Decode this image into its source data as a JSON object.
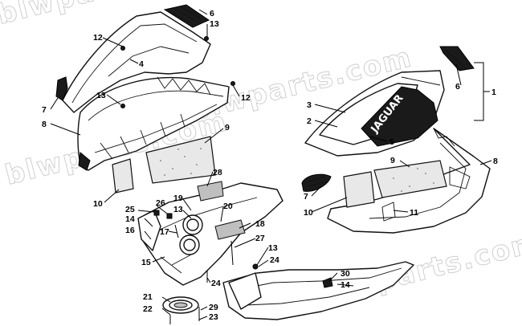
{
  "watermark": "blwparts.com",
  "brand_logo": "JAGUAR",
  "callouts": [
    "1",
    "2",
    "3",
    "4",
    "5",
    "6",
    "7",
    "8",
    "9",
    "10",
    "11",
    "12",
    "13",
    "14",
    "15",
    "16",
    "17",
    "18",
    "19",
    "20",
    "21",
    "22",
    "23",
    "24",
    "25",
    "26",
    "27",
    "28",
    "29",
    "30"
  ]
}
